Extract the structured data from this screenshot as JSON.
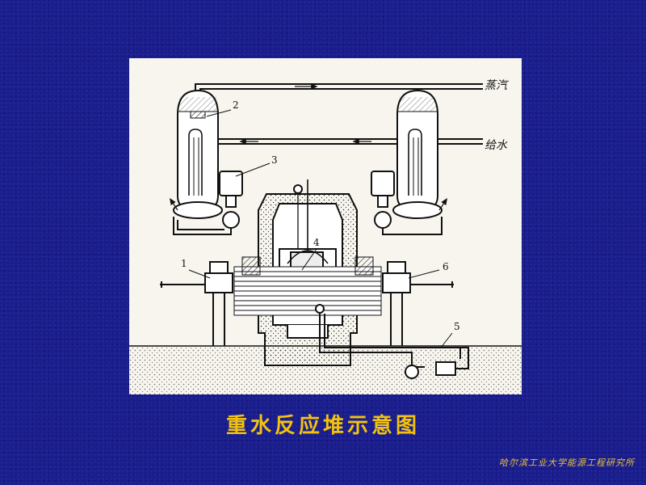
{
  "slide": {
    "title": "重水反应堆示意图",
    "footer": "哈尔滨工业大学能源工程研究所"
  },
  "diagram": {
    "labels": {
      "steam": "蒸汽",
      "feedwater": "给水",
      "n1": "1",
      "n2": "2",
      "n3": "3",
      "n4": "4",
      "n5": "5",
      "n6": "6"
    }
  },
  "colors": {
    "background": "#1a1d8e",
    "title": "#f2c20f",
    "footer": "#e8c23a",
    "panel": "#f7f5ee",
    "ink": "#111111"
  }
}
